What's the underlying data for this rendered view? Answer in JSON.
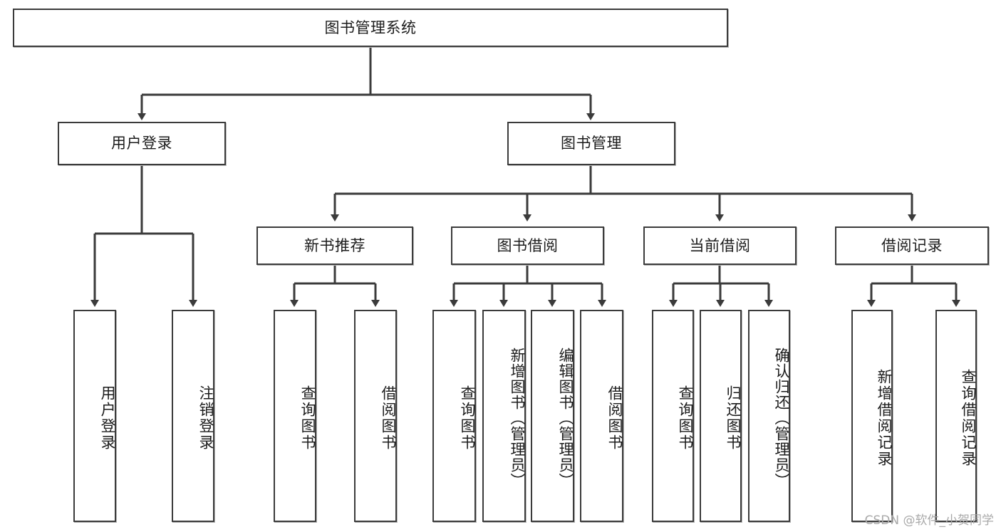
{
  "diagram": {
    "title": "图书管理系统",
    "watermark": "CSDN @软件_小贺同学",
    "line_color": "#3b3b3b",
    "box_fill": "#ffffff",
    "text_color": "#1c1c1c",
    "watermark_color": "#a9a9a9"
  },
  "root": {
    "label": "图书管理系统"
  },
  "level2": [
    {
      "label": "用户登录"
    },
    {
      "label": "图书管理"
    }
  ],
  "level3": [
    {
      "label": "新书推荐"
    },
    {
      "label": "图书借阅"
    },
    {
      "label": "当前借阅"
    },
    {
      "label": "借阅记录"
    }
  ],
  "leaves": {
    "user_login": [
      {
        "label": "用户登录"
      },
      {
        "label": "注销登录"
      }
    ],
    "new_book_recommend": [
      {
        "label": "查询图书"
      },
      {
        "label": "借阅图书"
      }
    ],
    "book_borrow": [
      {
        "label": "查询图书"
      },
      {
        "label": "新增图书（管理员）"
      },
      {
        "label": "编辑图书（管理员）"
      },
      {
        "label": "借阅图书"
      }
    ],
    "current_borrow": [
      {
        "label": "查询图书"
      },
      {
        "label": "归还图书"
      },
      {
        "label": "确认归还（管理员）"
      }
    ],
    "borrow_record": [
      {
        "label": "新增借阅记录"
      },
      {
        "label": "查询借阅记录"
      }
    ]
  }
}
